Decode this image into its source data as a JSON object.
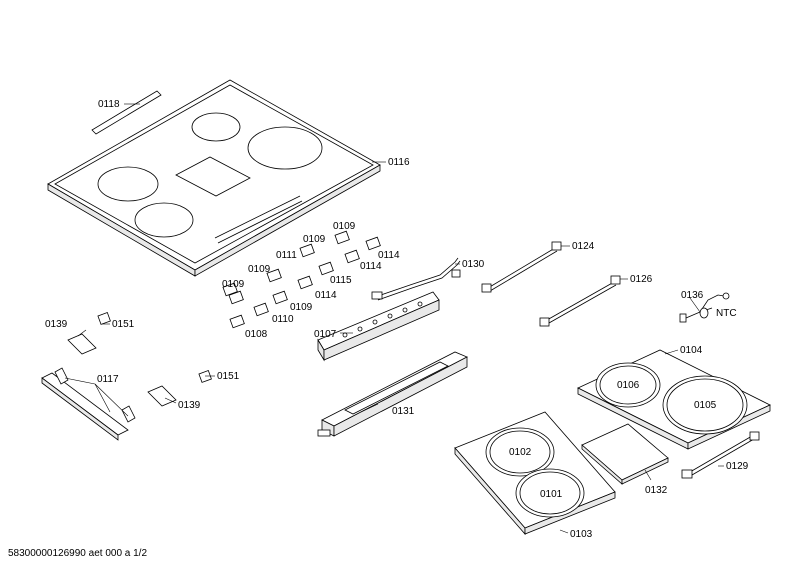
{
  "labels": {
    "p0118": "0118",
    "p0116": "0116",
    "p0109a": "0109",
    "p0109b": "0109",
    "p0109c": "0109",
    "p0109d": "0109",
    "p0109e": "0109",
    "p0111": "0111",
    "p0114a": "0114",
    "p0114b": "0114",
    "p0114c": "0114",
    "p0115": "0115",
    "p0110": "0110",
    "p0108": "0108",
    "p0107": "0107",
    "p0130": "0130",
    "p0124": "0124",
    "p0126": "0126",
    "p0136": "0136",
    "ntc": "NTC",
    "p0104": "0104",
    "p0106": "0106",
    "p0105": "0105",
    "p0131": "0131",
    "p0102": "0102",
    "p0101": "0101",
    "p0103": "0103",
    "p0132": "0132",
    "p0129": "0129",
    "p0139a": "0139",
    "p0139b": "0139",
    "p0151a": "0151",
    "p0151b": "0151",
    "p0117": "0117"
  },
  "footer": "58300000126990 aet 000 a 1/2"
}
